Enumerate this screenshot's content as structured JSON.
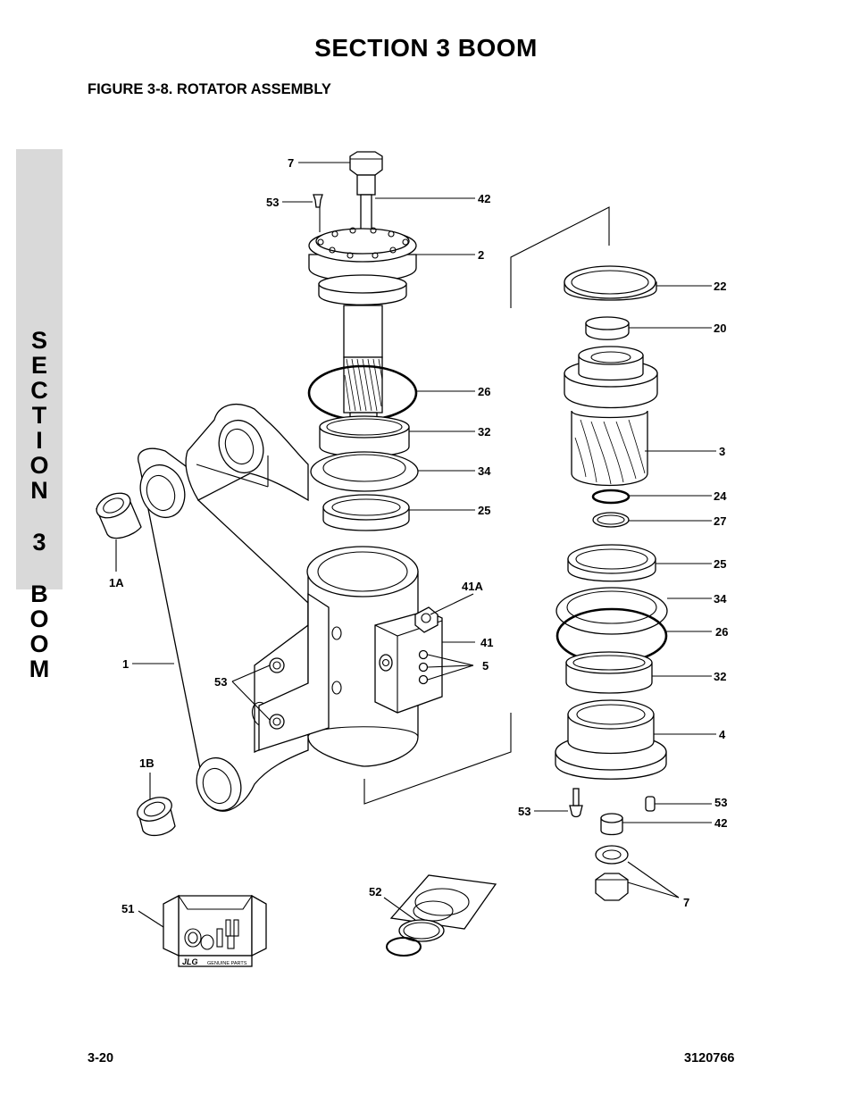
{
  "header": {
    "section_title": "SECTION 3  BOOM",
    "figure_title": "FIGURE 3-8.    ROTATOR ASSEMBLY"
  },
  "side_tab": {
    "letters": [
      "S",
      "E",
      "C",
      "T",
      "I",
      "O",
      "N",
      "3",
      "B",
      "O",
      "O",
      "M"
    ]
  },
  "callouts": {
    "c7_top": "7",
    "c53_top": "53",
    "c42_top": "42",
    "c2": "2",
    "c22": "22",
    "c20": "20",
    "c26_left": "26",
    "c32_left": "32",
    "c34_left": "34",
    "c25_left": "25",
    "c3": "3",
    "c24": "24",
    "c27": "27",
    "c25_right": "25",
    "c34_right": "34",
    "c26_right": "26",
    "c32_right": "32",
    "c4": "4",
    "c1A": "1A",
    "c41A": "41A",
    "c41": "41",
    "c5": "5",
    "c1": "1",
    "c53_mid": "53",
    "c1B": "1B",
    "c53_right_bottom": "53",
    "c53_bottom": "53",
    "c42_bottom": "42",
    "c7_bottom": "7",
    "c52": "52",
    "c51": "51"
  },
  "kit_label": {
    "brand": "JLG",
    "text": "GENUINE PARTS"
  },
  "footer": {
    "page_number": "3-20",
    "doc_number": "3120766"
  }
}
